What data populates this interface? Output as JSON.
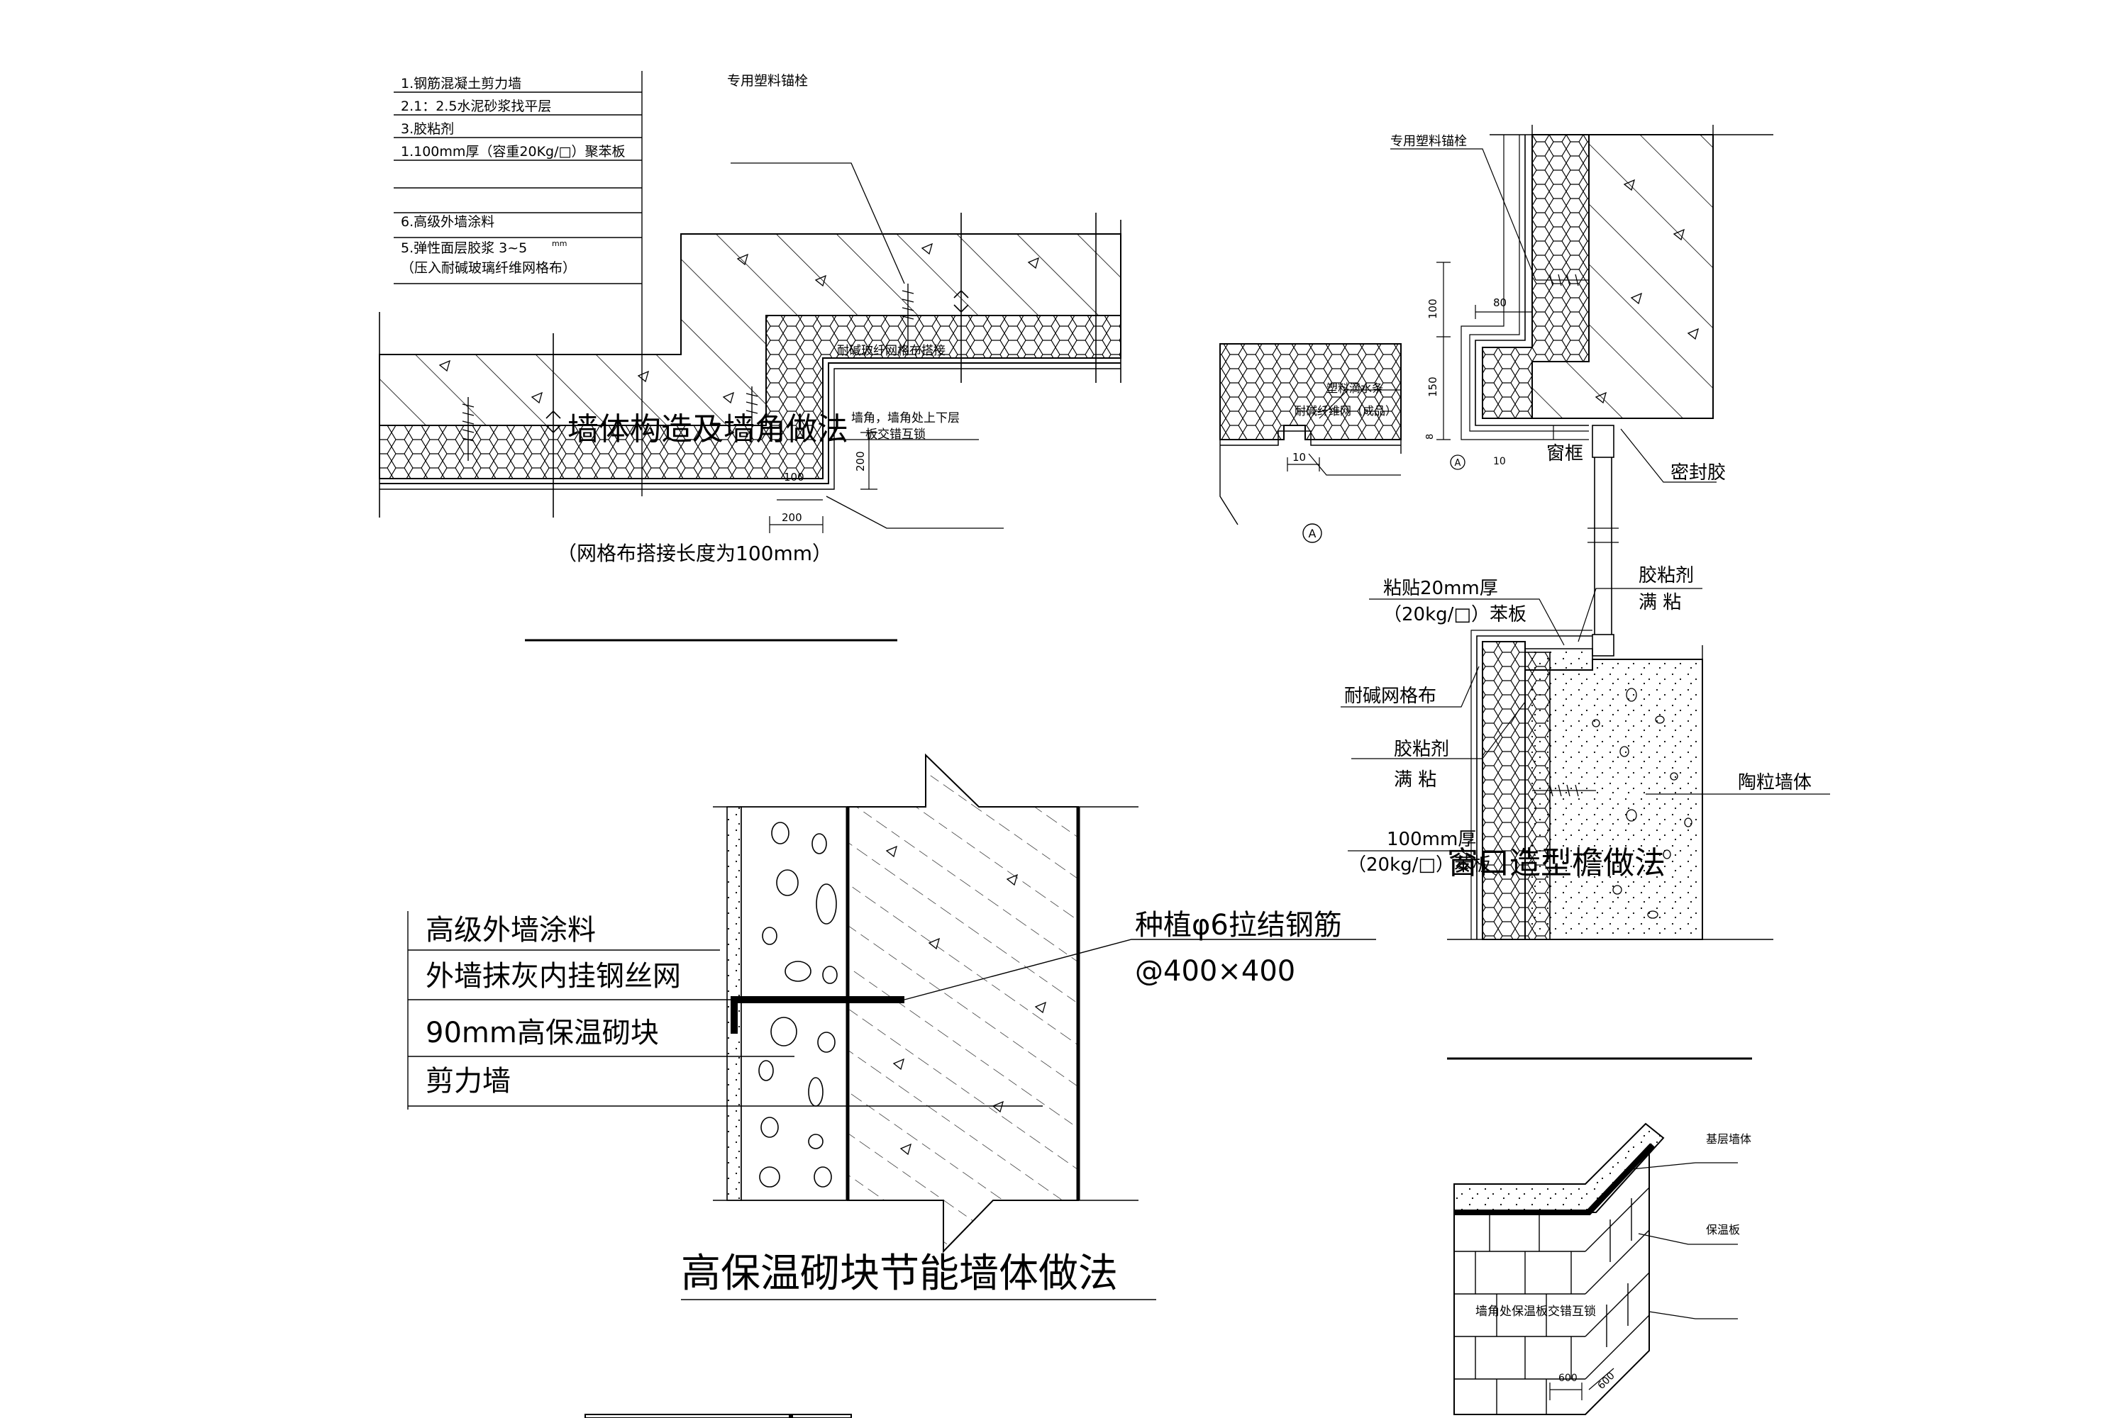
{
  "sheet": {
    "background": "#ffffff",
    "line_color": "#000000"
  },
  "detail_wall_corner": {
    "title": "墙体构造及墙角做法",
    "layers": [
      "1.钢筋混凝土剪力墙",
      "2.1：2.5水泥砂浆找平层",
      "3.胶粘剂",
      "1.100mm厚（容重20Kg/□）聚苯板",
      "6.高级外墙涂料",
      "5.弹性面层胶浆 3~5",
      "（压入耐碱玻璃纤维网格布）"
    ],
    "layer_5_unit": "mm",
    "anchor_label": "专用塑料锚栓",
    "mesh_label": "耐碱玻纤网格布搭接",
    "corner_note_1": "墙角，墙角处上下层",
    "corner_note_2": "板交错互锁",
    "dim_100": "100",
    "dim_200": "200",
    "dim_200b": "200",
    "overlap_note": "（网格布搭接长度为100mm）"
  },
  "detail_window": {
    "title": "窗口造型檐做法",
    "anchor_label": "专用塑料锚栓",
    "dim_80": "80",
    "dim_100": "100",
    "dim_150": "150",
    "dim_8": "8",
    "dim_10": "10",
    "marker_a": "A",
    "frame_label": "窗框",
    "sealant_label": "密封胶",
    "adhesive_1": "胶粘剂",
    "adhesive_1b": "满 粘",
    "board_20_1": "粘贴20mm厚",
    "board_20_2": "（20kg/□）苯板",
    "mesh_label": "耐碱网格布",
    "adhesive_2": "胶粘剂",
    "adhesive_2b": "满 粘",
    "ceramsite_wall": "陶粒墙体",
    "board_100_1": "100mm厚",
    "board_100_2": "（20kg/□）苯板"
  },
  "detail_a": {
    "marker": "A",
    "label_1": "塑料滴水条",
    "label_2": "耐碱纤维网（成品）",
    "dim_10": "10"
  },
  "detail_block_wall": {
    "title": "高保温砌块节能墙体做法",
    "layers": [
      "高级外墙涂料",
      "外墙抹灰内挂钢丝网",
      "90mm高保温砌块",
      "剪力墙"
    ],
    "rebar_1": "种植φ6拉结钢筋",
    "rebar_2": "@400×400"
  },
  "detail_iso": {
    "base_wall": "基层墙体",
    "insulation_board": "保温板",
    "note": "墙角处保温板交错互锁",
    "dim_600a": "600",
    "dim_600b": "600"
  }
}
